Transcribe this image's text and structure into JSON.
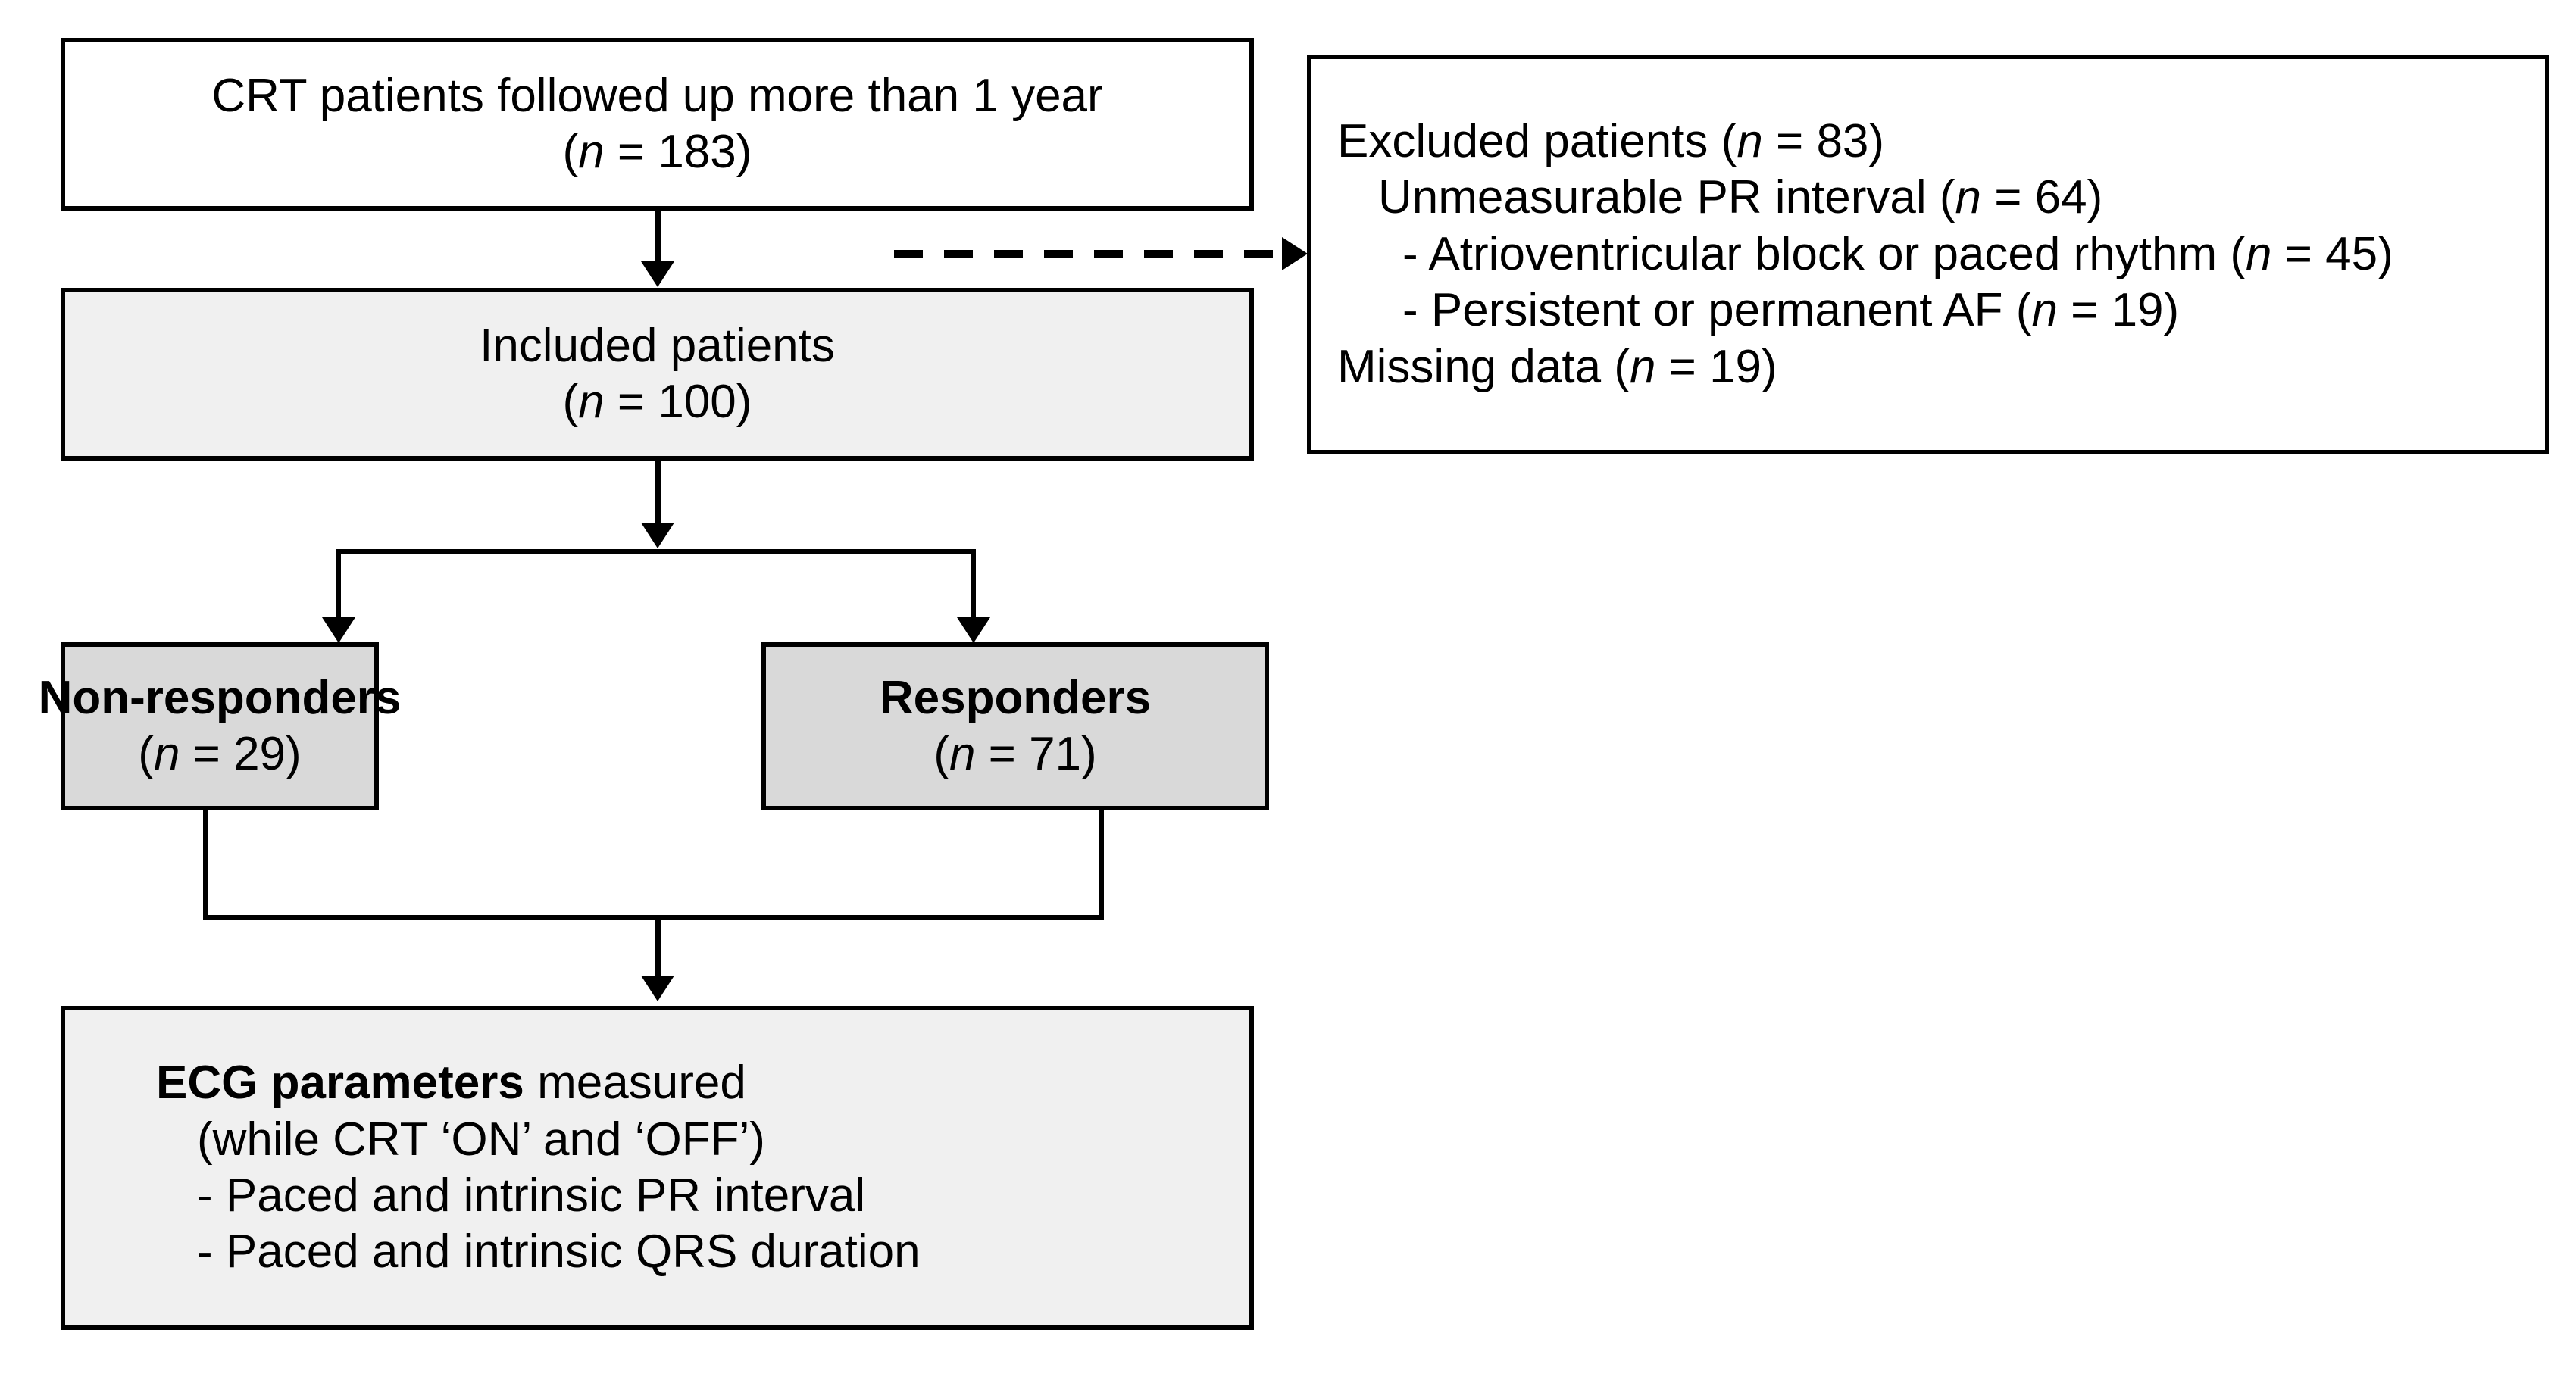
{
  "flowchart": {
    "title": "CRT patient selection flow diagram",
    "colors": {
      "border": "#000000",
      "box_white": "#FFFFFF",
      "box_light_gray": "#F0F0F0",
      "box_gray": "#D9D9D9",
      "text": "#000000"
    },
    "nodes": {
      "enrolled": {
        "line1": "CRT patients followed up more than 1 year",
        "line2_prefix": "(",
        "line2_var": "n",
        "line2_suffix": " = 183)"
      },
      "included": {
        "line1": "Included patients",
        "line2_prefix": "(",
        "line2_var": "n",
        "line2_suffix": " = 100)"
      },
      "excluded": {
        "line1_a": "Excluded patients (",
        "line1_var": "n",
        "line1_b": " = 83)",
        "line2_a": "Unmeasurable PR interval (",
        "line2_var": "n",
        "line2_b": " = 64)",
        "line3_a": "- Atrioventricular block or paced rhythm (",
        "line3_var": "n",
        "line3_b": " = 45)",
        "line4_a": "- Persistent or permanent AF (",
        "line4_var": "n",
        "line4_b": " = 19)",
        "line5_a": "Missing data  (",
        "line5_var": "n",
        "line5_b": " = 19)"
      },
      "non_responders": {
        "line1": "Non-responders",
        "line2_prefix": "(",
        "line2_var": "n",
        "line2_suffix": " = 29)"
      },
      "responders": {
        "line1": "Responders",
        "line2_prefix": "(",
        "line2_var": "n",
        "line2_suffix": " = 71)"
      },
      "ecg": {
        "line1_bold": "ECG parameters",
        "line1_rest": " measured",
        "line2": "(while CRT ‘ON’ and ‘OFF’)",
        "line3": "- Paced and intrinsic PR interval",
        "line4": "- Paced and intrinsic QRS duration"
      }
    },
    "connectors": {
      "enrolled_to_included": "solid-down-arrow",
      "enrolled_to_excluded": "dashed-right-arrow",
      "included_split": "solid-split-down-arrows",
      "groups_merge": "solid-merge-down-arrow"
    }
  }
}
